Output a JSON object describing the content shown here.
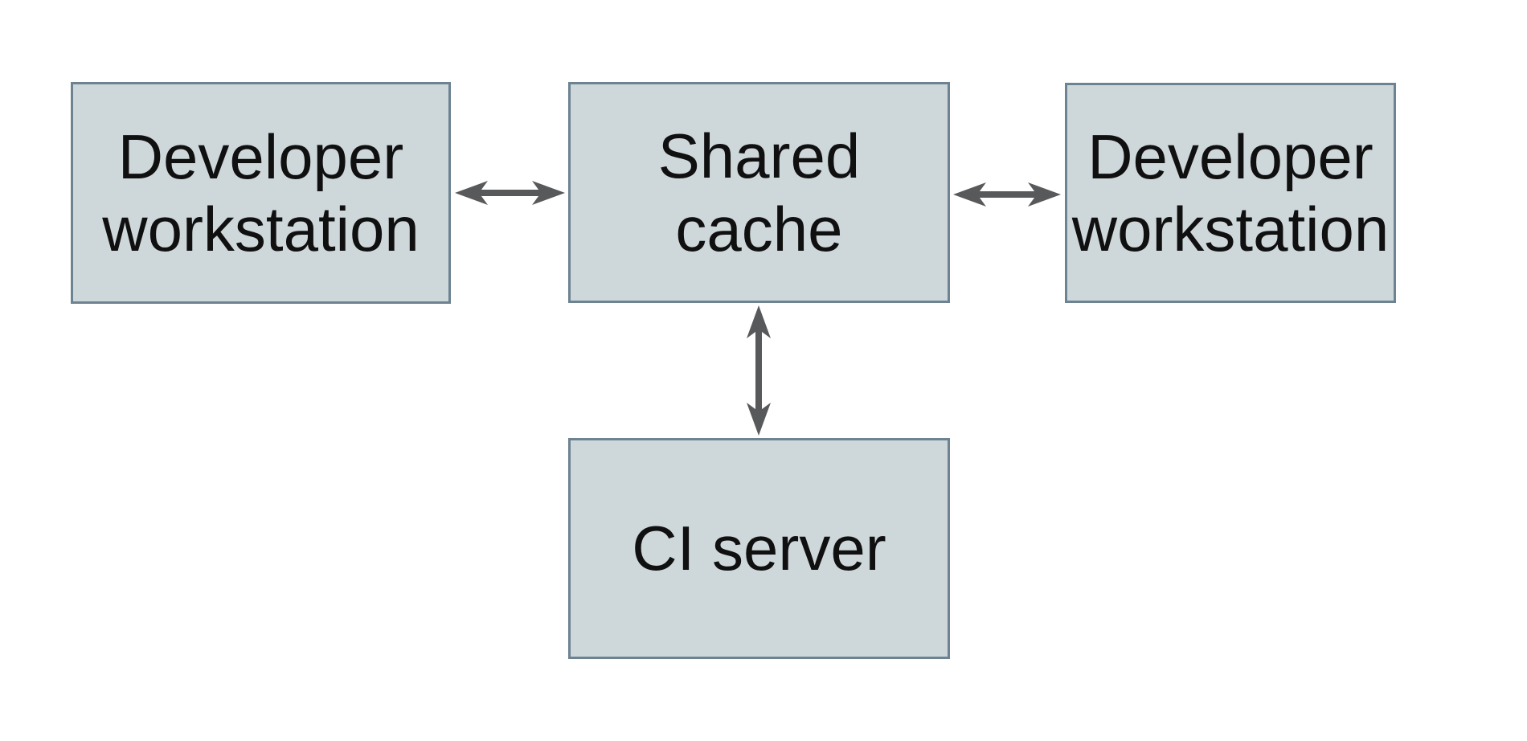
{
  "diagram": {
    "type": "architecture-diagram",
    "nodes": {
      "dev_left": {
        "id": "developer-workstation-left",
        "label": "Developer workstation"
      },
      "shared_cache": {
        "id": "shared-cache",
        "label": "Shared cache"
      },
      "dev_right": {
        "id": "developer-workstation-right",
        "label": "Developer workstation"
      },
      "ci_server": {
        "id": "ci-server",
        "label": "CI server"
      }
    },
    "edges": [
      {
        "from": "developer-workstation-left",
        "to": "shared-cache",
        "direction": "bidirectional",
        "orientation": "horizontal"
      },
      {
        "from": "shared-cache",
        "to": "developer-workstation-right",
        "direction": "bidirectional",
        "orientation": "horizontal"
      },
      {
        "from": "shared-cache",
        "to": "ci-server",
        "direction": "bidirectional",
        "orientation": "vertical"
      }
    ]
  },
  "colors": {
    "background": "#ffffff",
    "node_fill": "#ced7da",
    "node_border": "#6d8391",
    "arrow": "#58595b",
    "text": "#101010"
  }
}
